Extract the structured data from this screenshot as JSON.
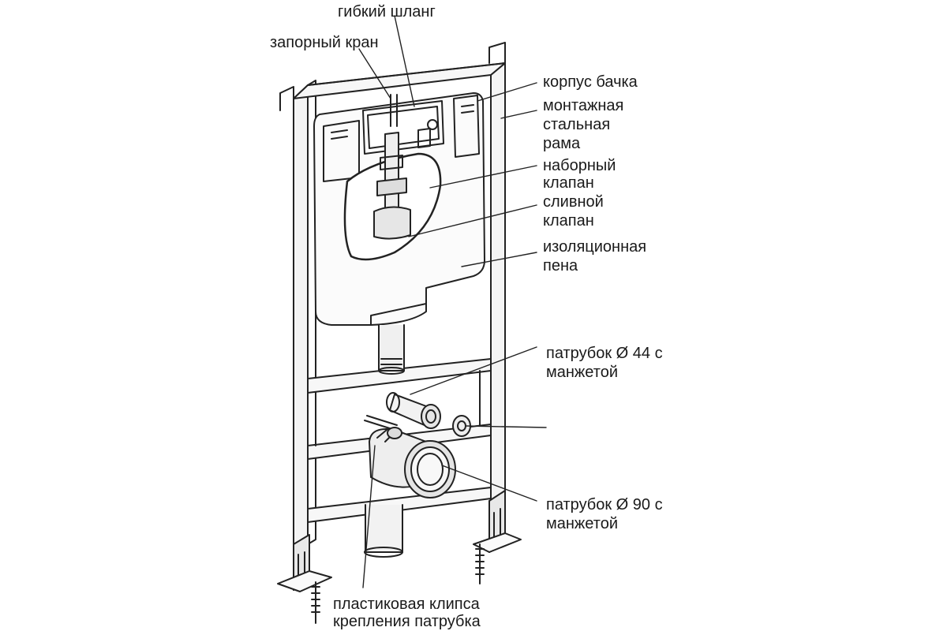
{
  "labels": {
    "flex_hose": "гибкий шланг",
    "shutoff_valve": "запорный кран",
    "tank_body": "корпус бачка",
    "frame_1": "монтажная",
    "frame_2": "стальная",
    "frame_3": "рама",
    "fill_valve_1": "наборный",
    "fill_valve_2": "клапан",
    "drain_valve_1": "сливной",
    "drain_valve_2": "клапан",
    "foam_1": "изоляционная",
    "foam_2": "пена",
    "pipe44_1": "патрубок Ø 44 с",
    "pipe44_2": "манжетой",
    "pipe90_1": "патрубок Ø 90 с",
    "pipe90_2": "манжетой",
    "clip_1": "пластиковая клипса",
    "clip_2": "крепления патрубка"
  }
}
